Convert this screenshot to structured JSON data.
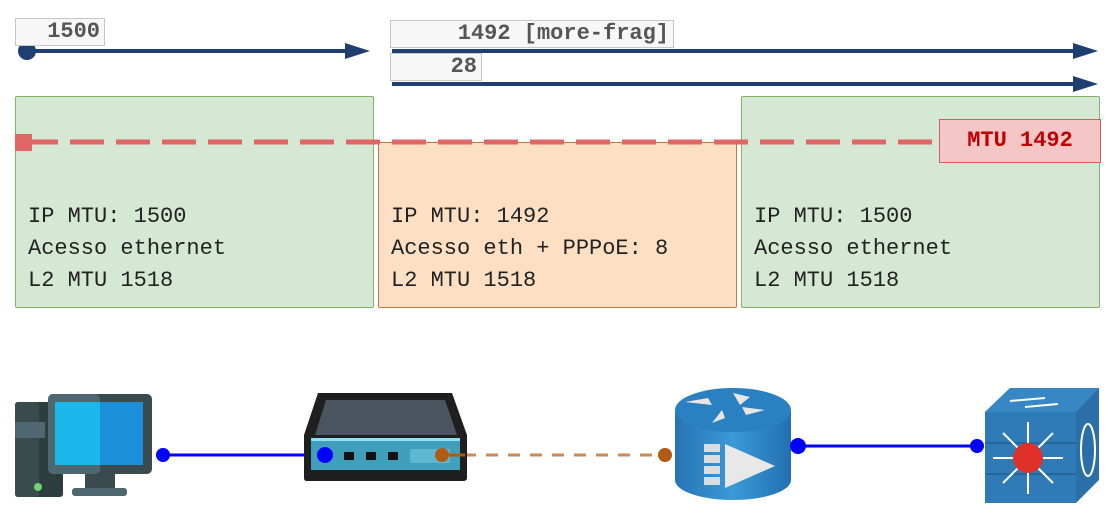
{
  "packets": {
    "original": {
      "label": "1500"
    },
    "fragment1": {
      "label": "1492 [more-frag]"
    },
    "fragment2": {
      "label": "28"
    }
  },
  "zones": [
    {
      "id": "left",
      "lines": [
        "IP MTU: 1500",
        "Acesso ethernet",
        "L2 MTU 1518"
      ],
      "color": "#d5e8d4"
    },
    {
      "id": "middle",
      "lines": [
        "IP MTU: 1492",
        "Acesso eth + PPPoE: 8",
        "L2 MTU 1518"
      ],
      "color": "#fde0c4"
    },
    {
      "id": "right",
      "lines": [
        "IP MTU: 1500",
        "Acesso ethernet",
        "L2 MTU 1518"
      ],
      "color": "#d5e8d4"
    }
  ],
  "path_mtu": {
    "label": "MTU 1492",
    "color": "#e06666"
  },
  "devices": [
    {
      "name": "desktop-computer",
      "icon": "pc-icon"
    },
    {
      "name": "pppoe-modem",
      "icon": "modem-icon"
    },
    {
      "name": "router",
      "icon": "router-icon"
    },
    {
      "name": "layer3-switch",
      "icon": "switch-icon"
    }
  ],
  "links": [
    {
      "from": "desktop-computer",
      "to": "pppoe-modem",
      "style": "solid",
      "color": "#0000ff"
    },
    {
      "from": "pppoe-modem",
      "to": "router",
      "style": "dashed",
      "color": "#b05a14"
    },
    {
      "from": "router",
      "to": "layer3-switch",
      "style": "solid",
      "color": "#0000ff"
    }
  ],
  "colors": {
    "arrow": "#1f3f73",
    "link_blue": "#0000ff",
    "link_brown": "#b05a14"
  }
}
